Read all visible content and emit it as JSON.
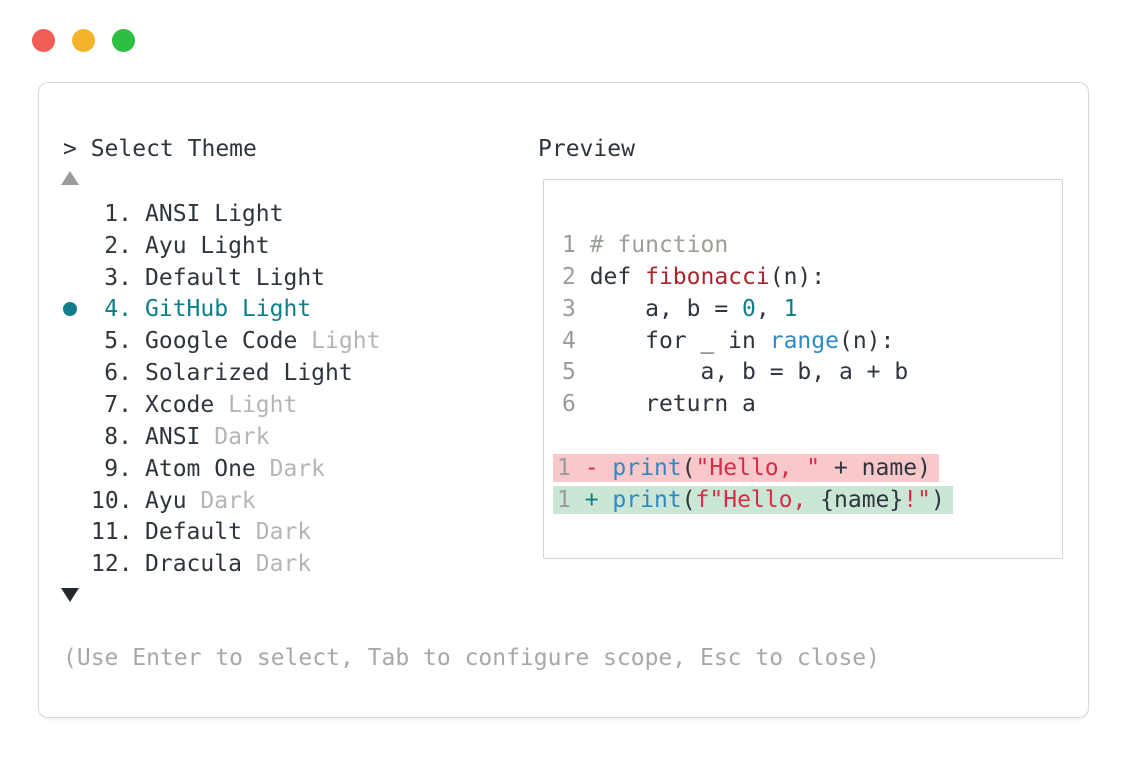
{
  "colors": {
    "accent_teal": "#0e7f8a",
    "text_dark": "#2f353c",
    "arrow_dark": "#23282e",
    "text_gray": "#9b9b9b",
    "muted_gray": "#b5b5b5",
    "hint_gray": "#a8a8a8",
    "comment_gray_green": "#9aa096",
    "keyword_blue": "#3189c4",
    "function_red": "#a8262d",
    "string_crimson": "#d92b47",
    "removed_bg": "#f8c8cb",
    "added_bg": "#c9e7d4",
    "panel_border": "#d9d9d9",
    "preview_border": "#d3d3d3",
    "traffic_red": "#f15c55",
    "traffic_yellow": "#f3b32b",
    "traffic_green": "#2cbf40"
  },
  "window": {
    "controls": [
      "close",
      "minimize",
      "zoom"
    ]
  },
  "picker": {
    "prompt": "> Select Theme",
    "scroll_up_icon": "▲",
    "scroll_down_icon": "▼",
    "selected_number": "4.",
    "items": [
      {
        "number": "1.",
        "label": "ANSI",
        "variant": "Light",
        "variant_muted": false,
        "selected": false
      },
      {
        "number": "2.",
        "label": "Ayu",
        "variant": "Light",
        "variant_muted": false,
        "selected": false
      },
      {
        "number": "3.",
        "label": "Default",
        "variant": "Light",
        "variant_muted": false,
        "selected": false
      },
      {
        "number": "4.",
        "label": "GitHub",
        "variant": "Light",
        "variant_muted": false,
        "selected": true
      },
      {
        "number": "5.",
        "label": "Google Code",
        "variant": "Light",
        "variant_muted": true,
        "selected": false
      },
      {
        "number": "6.",
        "label": "Solarized",
        "variant": "Light",
        "variant_muted": false,
        "selected": false
      },
      {
        "number": "7.",
        "label": "Xcode",
        "variant": "Light",
        "variant_muted": true,
        "selected": false
      },
      {
        "number": "8.",
        "label": "ANSI",
        "variant": "Dark",
        "variant_muted": true,
        "selected": false
      },
      {
        "number": "9.",
        "label": "Atom One",
        "variant": "Dark",
        "variant_muted": true,
        "selected": false
      },
      {
        "number": "10.",
        "label": "Ayu",
        "variant": "Dark",
        "variant_muted": true,
        "selected": false
      },
      {
        "number": "11.",
        "label": "Default",
        "variant": "Dark",
        "variant_muted": true,
        "selected": false
      },
      {
        "number": "12.",
        "label": "Dracula",
        "variant": "Dark",
        "variant_muted": true,
        "selected": false
      }
    ],
    "hint": "(Use Enter to select, Tab to configure scope, Esc to close)"
  },
  "preview": {
    "title": "Preview",
    "lines": [
      {
        "num": "1",
        "diff": null,
        "tokens": [
          {
            "t": "# function",
            "c": "comment"
          }
        ]
      },
      {
        "num": "2",
        "diff": null,
        "tokens": [
          {
            "t": "def ",
            "c": "dark"
          },
          {
            "t": "fibonacci",
            "c": "brick"
          },
          {
            "t": "(n):",
            "c": "dark"
          }
        ]
      },
      {
        "num": "3",
        "diff": null,
        "tokens": [
          {
            "t": "    a, b = ",
            "c": "dark"
          },
          {
            "t": "0",
            "c": "teal"
          },
          {
            "t": ", ",
            "c": "dark"
          },
          {
            "t": "1",
            "c": "teal"
          }
        ]
      },
      {
        "num": "4",
        "diff": null,
        "tokens": [
          {
            "t": "    for _ in ",
            "c": "dark"
          },
          {
            "t": "range",
            "c": "blue"
          },
          {
            "t": "(n):",
            "c": "dark"
          }
        ]
      },
      {
        "num": "5",
        "diff": null,
        "tokens": [
          {
            "t": "        a, b = b, a + b",
            "c": "dark"
          }
        ]
      },
      {
        "num": "6",
        "diff": null,
        "tokens": [
          {
            "t": "    return a",
            "c": "dark"
          }
        ]
      },
      {
        "num": "",
        "diff": null,
        "tokens": []
      },
      {
        "num": "1",
        "diff": "removed",
        "tokens": [
          {
            "t": "- ",
            "c": "crimson"
          },
          {
            "t": "print",
            "c": "blue"
          },
          {
            "t": "(",
            "c": "dark"
          },
          {
            "t": "\"Hello, \"",
            "c": "crimson"
          },
          {
            "t": " + name",
            "c": "dark"
          },
          {
            "t": ")",
            "c": "dark"
          }
        ]
      },
      {
        "num": "1",
        "diff": "added",
        "tokens": [
          {
            "t": "+ ",
            "c": "teal"
          },
          {
            "t": "print",
            "c": "blue"
          },
          {
            "t": "(",
            "c": "dark"
          },
          {
            "t": "f",
            "c": "crimson"
          },
          {
            "t": "\"Hello, ",
            "c": "crimson"
          },
          {
            "t": "{name}",
            "c": "dark"
          },
          {
            "t": "!\"",
            "c": "crimson"
          },
          {
            "t": ")",
            "c": "dark"
          }
        ]
      }
    ]
  }
}
